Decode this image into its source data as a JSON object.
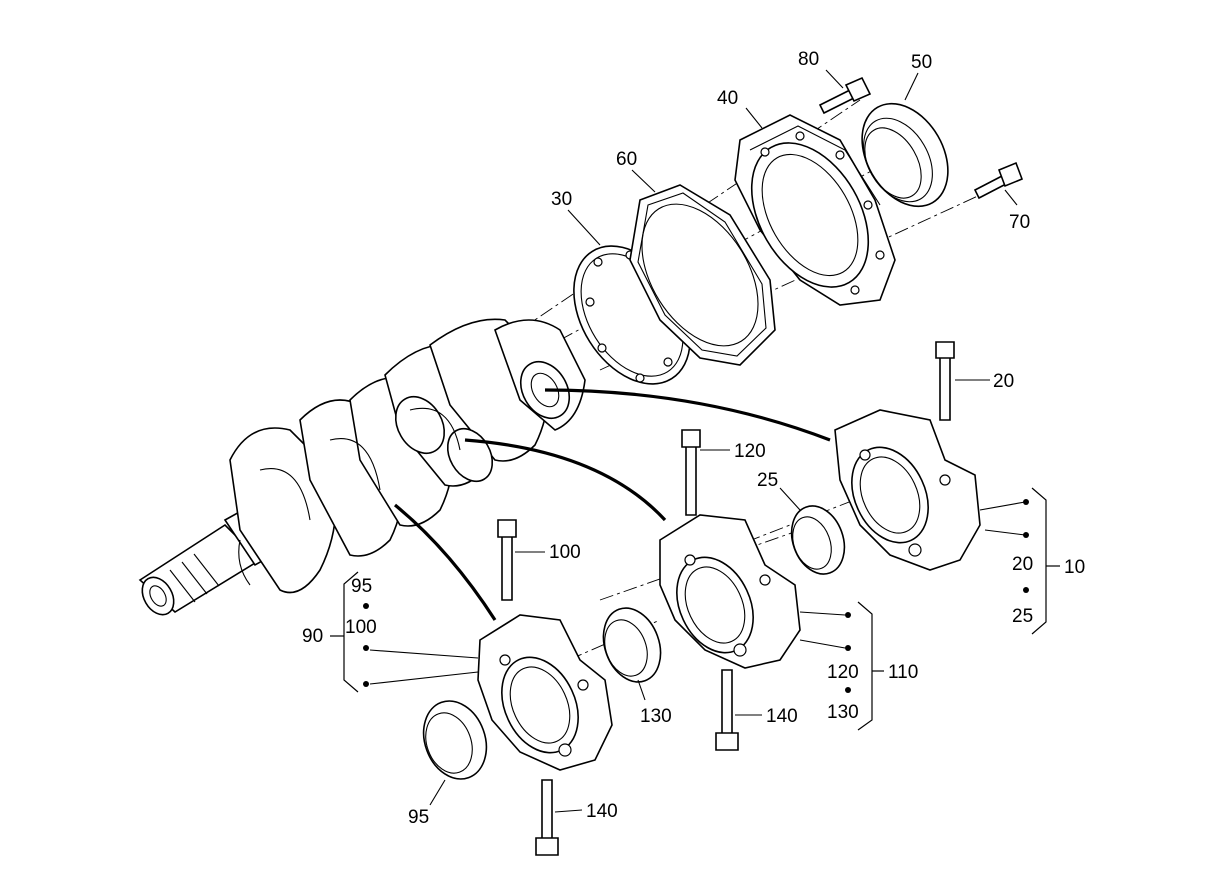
{
  "labels": {
    "l80": "80",
    "l50": "50",
    "l40": "40",
    "l60": "60",
    "l30": "30",
    "l70": "70",
    "l20a": "20",
    "l120a": "120",
    "l25a": "25",
    "l100": "100",
    "l95a": "95",
    "l90": "90",
    "l100b": "100",
    "l20b": "20",
    "l10": "10",
    "l25b": "25",
    "l120b": "120",
    "l110": "110",
    "l130a": "130",
    "l130b": "130",
    "l140a": "140",
    "l95b": "95",
    "l140b": "140"
  }
}
